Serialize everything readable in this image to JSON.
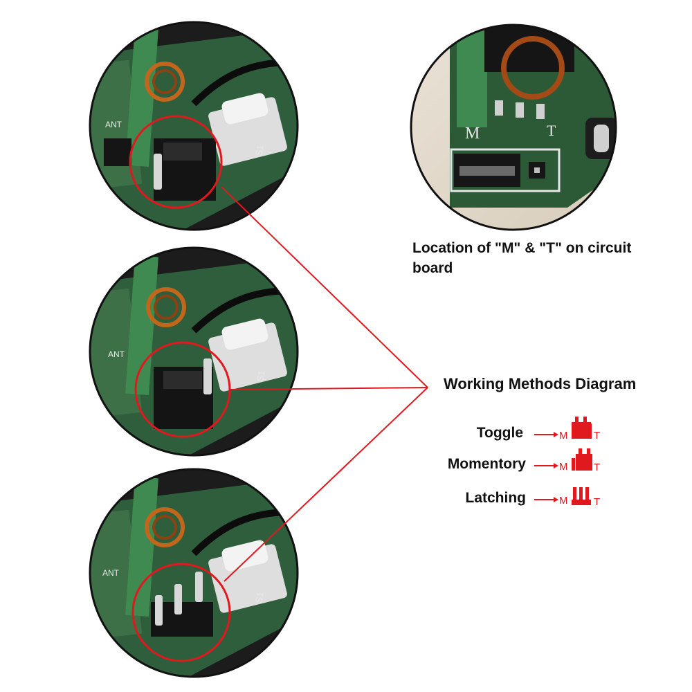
{
  "caption": "Location of \"M\" & \"T\" on circuit board",
  "diagram_title": "Working Methods Diagram",
  "board": {
    "ant_label": "ANT",
    "s1_label": "S1",
    "m_label": "M",
    "t_label": "T"
  },
  "modes": [
    {
      "label": "Toggle",
      "m": "M",
      "t": "T",
      "icon": "jumper-on-left-pair-icon"
    },
    {
      "label": "Momentory",
      "m": "M",
      "t": "T",
      "icon": "jumper-on-right-pair-icon"
    },
    {
      "label": "Latching",
      "m": "M",
      "t": "T",
      "icon": "no-jumper-icon"
    }
  ],
  "colors": {
    "accent_red": "#e0191f",
    "board_green": "#2f5e3c",
    "dark": "#121212"
  }
}
